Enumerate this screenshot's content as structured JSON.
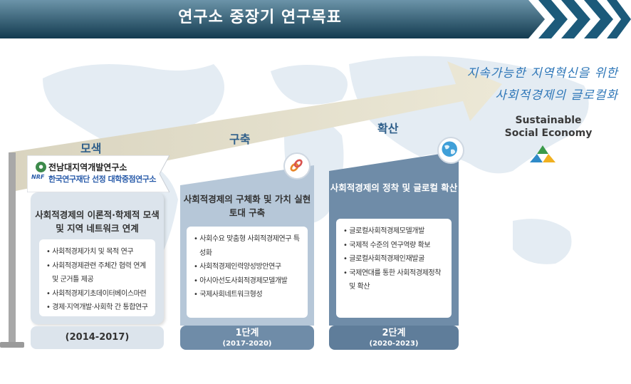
{
  "header": {
    "title": "연구소 중장기 연구목표"
  },
  "slogan": {
    "line1": "지속가능한 지역혁신을 위한",
    "line2": "사회적경제의 글로컬화"
  },
  "sustainable": {
    "line1": "Sustainable",
    "line2": "Social Economy"
  },
  "stages": [
    {
      "label": "모색",
      "title": "사회적경제의 이론적·학제적 모색 및 지역 네트워크 연계",
      "items": [
        "사회적경제가치 및 목적 연구",
        "사회적경제관련 주체간 협력 연계 및 군거틀 제공",
        "사회적경제기초데이터베이스마련",
        "경제·지역개발·사회학 간 통합연구"
      ],
      "period_main": "(2014-2017)",
      "period_sub": ""
    },
    {
      "label": "구축",
      "title": "사회적경제의 구체화 및 가치 실현 토대 구축",
      "items": [
        "사회수요 맞춤형 사회적경제연구 특성화",
        "사회적경제인력양성방안연구",
        "아시아선도사회적경제모델개발",
        "국제사회네트워크형성"
      ],
      "period_main": "1단계",
      "period_sub": "(2017-2020)"
    },
    {
      "label": "확산",
      "title": "사회적경제의 정착 및 글로컬 확산",
      "items": [
        "글로컬사회적경제모델개발",
        "국제적 수준의 연구역량 확보",
        "글로컬사회적경제인재발굴",
        "국제연대를 통한 사회적경제정착 및 확산"
      ],
      "period_main": "2단계",
      "period_sub": "(2020-2023)"
    }
  ],
  "flag": {
    "line1": "전남대지역개발연구소",
    "line2": "한국연구재단 선정 대학중점연구소",
    "nrf": "NRF"
  }
}
